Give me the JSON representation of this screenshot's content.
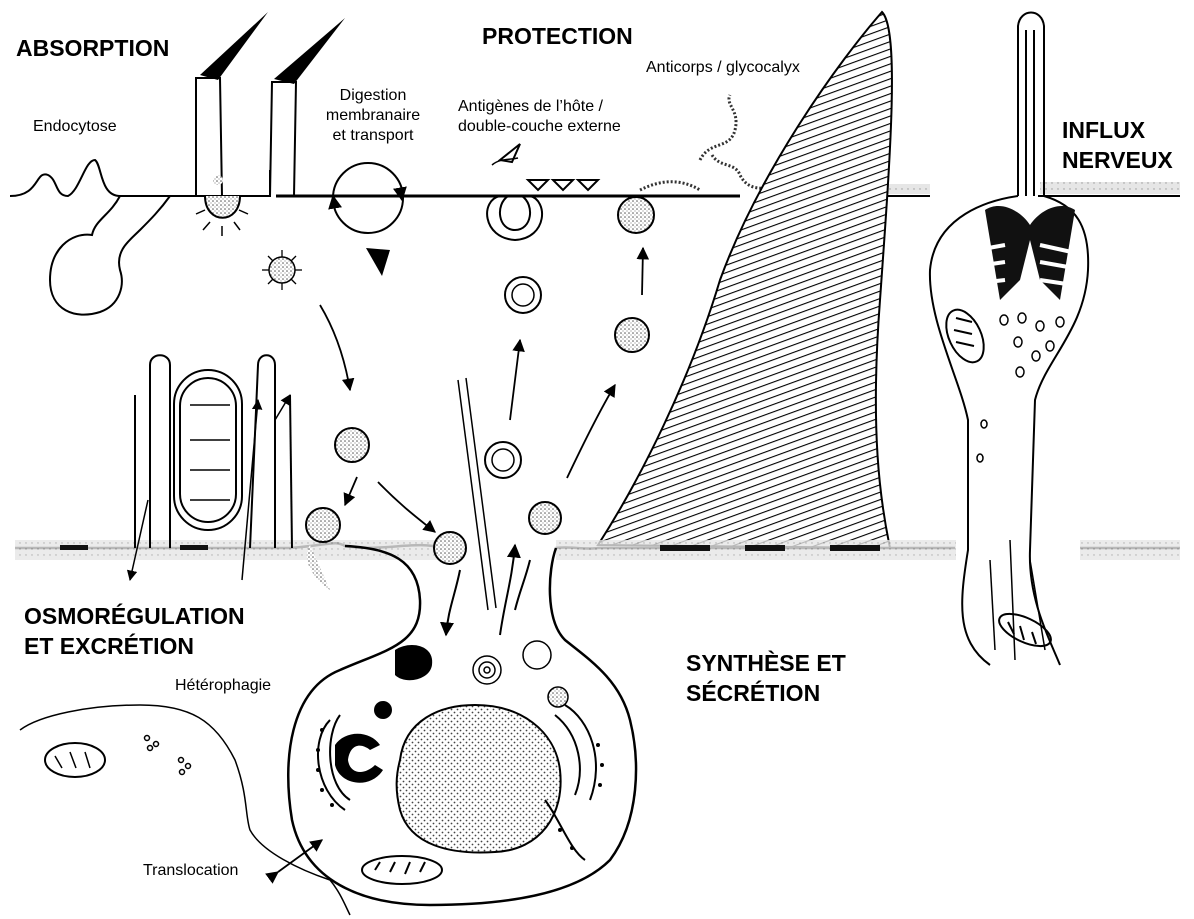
{
  "labels": {
    "absorption": "ABSORPTION",
    "endocytose": "Endocytose",
    "digestion_line1": "Digestion",
    "digestion_line2": "membranaire",
    "digestion_line3": "et transport",
    "protection": "PROTECTION",
    "anticorps": "Anticorps / glycocalyx",
    "antigenes_line1": "Antigènes de l’hôte /",
    "antigenes_line2": "double-couche externe",
    "influx_line1": "INFLUX",
    "influx_line2": "NERVEUX",
    "osmo_line1": "OSMORÉGULATION",
    "osmo_line2": "ET EXCRÉTION",
    "heterophagie": "Hétérophagie",
    "translocation": "Translocation",
    "synthese_line1": "SYNTHÈSE ET",
    "synthese_line2": "SÉCRÉTION"
  },
  "colors": {
    "ink": "#000000",
    "background": "#ffffff",
    "stipple": "#cfcfcf"
  }
}
